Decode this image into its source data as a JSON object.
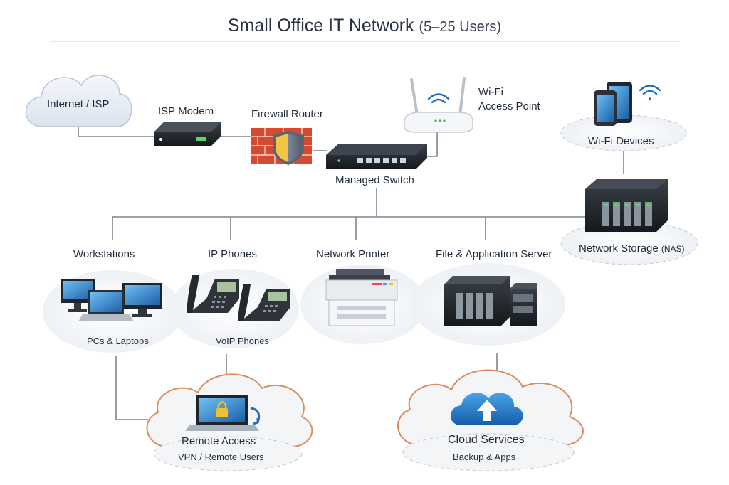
{
  "title": {
    "main": "Small Office IT Network",
    "sub": "(5–25 Users)"
  },
  "nodes": {
    "internet": {
      "label": "Internet / ISP",
      "icon": "cloud-icon"
    },
    "modem": {
      "label": "ISP Modem",
      "icon": "modem-icon"
    },
    "firewall": {
      "label": "Firewall Router",
      "icon": "firewall-icon"
    },
    "access_point": {
      "label_line1": "Wi-Fi",
      "label_line2": "Access Point",
      "icon": "wifi-router-icon"
    },
    "switch": {
      "label": "Managed Switch",
      "icon": "switch-icon"
    },
    "wifi_devices": {
      "label": "Wi-Fi Devices",
      "icon": "smartphone-icon"
    },
    "nas": {
      "label": "Network Storage",
      "label_suffix": "(NAS)",
      "icon": "nas-icon"
    },
    "workstations": {
      "label": "Workstations",
      "caption": "PCs & Laptops",
      "icon": "computer-icon"
    },
    "ip_phones": {
      "label": "IP Phones",
      "caption": "VoIP Phones",
      "icon": "phone-icon"
    },
    "printer": {
      "label": "Network Printer",
      "icon": "printer-icon"
    },
    "server": {
      "label": "File & Application Server",
      "icon": "server-icon"
    },
    "remote_access": {
      "label": "Remote Access",
      "caption": "VPN / Remote Users",
      "icon": "laptop-lock-icon"
    },
    "cloud_services": {
      "label": "Cloud Services",
      "caption": "Backup & Apps",
      "icon": "cloud-upload-icon"
    }
  },
  "colors": {
    "line": "#7a8591",
    "cloud_outline_orange": "#d98c5f",
    "cloud_fill_blue": "#dfe8f2",
    "accent_blue": "#1f6fb8",
    "firewall_brick": "#d64a32",
    "shield_gold": "#f0b323"
  }
}
